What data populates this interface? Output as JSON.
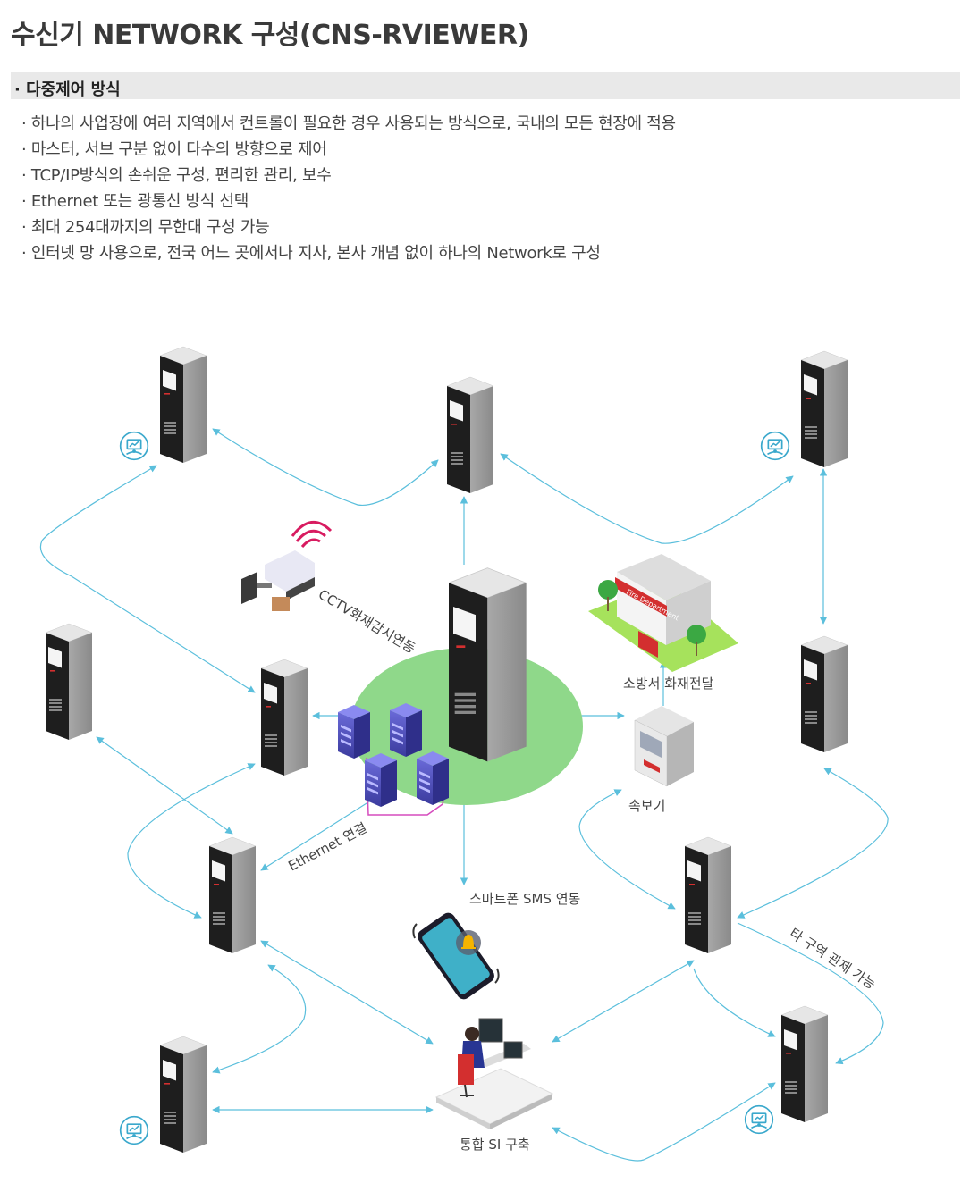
{
  "title": "수신기 NETWORK 구성(CNS-RVIEWER)",
  "section": "· 다중제어 방식",
  "bullets": [
    "하나의 사업장에 여러 지역에서 컨트롤이 필요한 경우 사용되는 방식으로, 국내의 모든 현장에 적용",
    "마스터, 서브 구분 없이 다수의 방향으로 제어",
    "TCP/IP방식의 손쉬운 구성, 편리한 관리, 보수",
    "Ethernet 또는 광통신 방식 선택",
    "최대 254대까지의 무한대 구성 가능",
    "인터넷 망 사용으로, 전국 어느 곳에서나 지사, 본사 개념 없이 하나의 Network로 구성"
  ],
  "diagram": {
    "labels": {
      "cctv": "CCTV화재감시연동",
      "fire_station": "소방서 화재전달",
      "annunciator": "속보기",
      "ethernet": "Ethernet 연결",
      "sms": "스마트폰 SMS 연동",
      "other_area": "타 구역 관제 가능",
      "si": "통합 SI 구축",
      "fire_dept_sign": "Fire Department"
    },
    "colors": {
      "line": "#5bbfdc",
      "hub": "#8fd88a",
      "icon": "#3aa8cc",
      "alert": "#d81b60"
    },
    "icons": [
      "monitor-person-icon",
      "cctv-camera-icon",
      "fire-station-icon",
      "annunciator-icon",
      "smartphone-bell-icon",
      "server-rack-icon",
      "operator-desk-icon"
    ]
  }
}
